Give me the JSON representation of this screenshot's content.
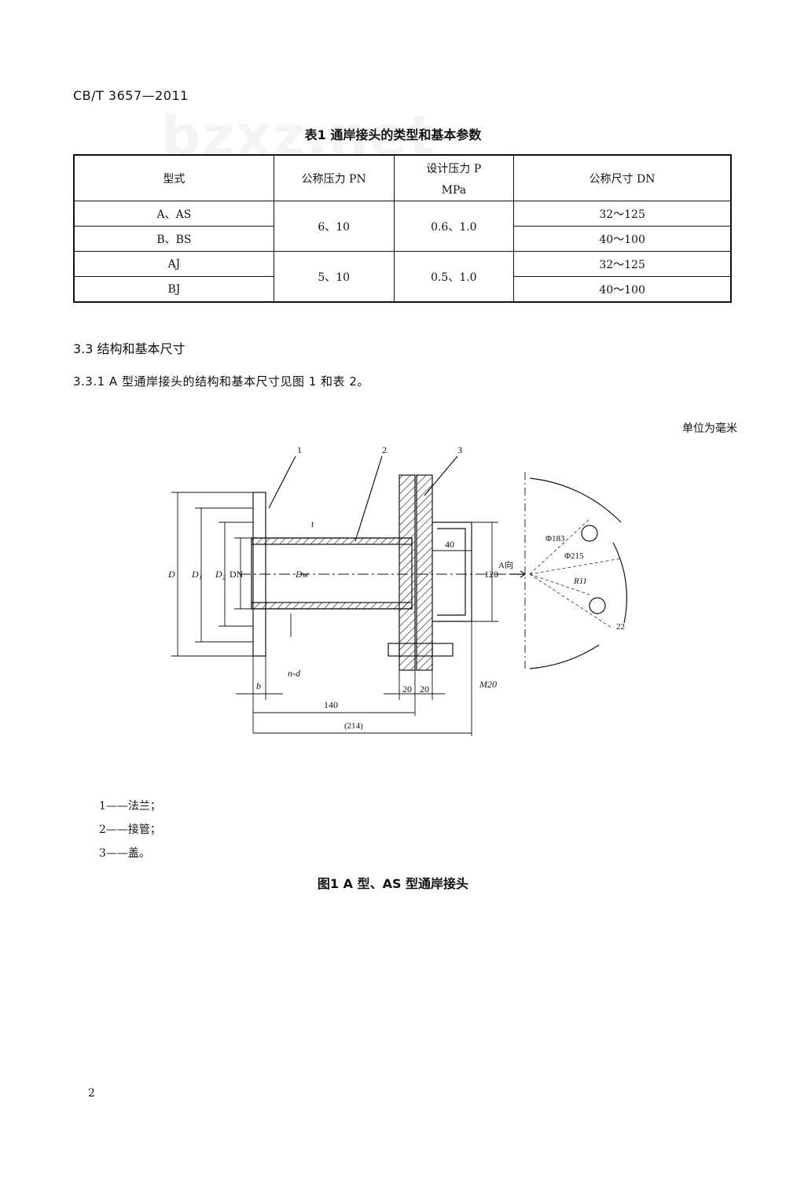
{
  "header": {
    "doc_code": "CB/T 3657—2011"
  },
  "watermark": "bzxz.net",
  "table1": {
    "caption": "表1   通岸接头的类型和基本参数",
    "headers": {
      "type": "型式",
      "pn": "公称压力  PN",
      "p_line1": "设计压力  P",
      "p_line2": "MPa",
      "dn": "公称尺寸  DN"
    },
    "rows": [
      {
        "type": "A、AS",
        "pn": "6、10",
        "p": "0.6、1.0",
        "dn": "32～125"
      },
      {
        "type": "B、BS",
        "dn": "40～100"
      },
      {
        "type": "AJ",
        "pn": "5、10",
        "p": "0.5、1.0",
        "dn": "32～125"
      },
      {
        "type": "BJ",
        "dn": "40～100"
      }
    ]
  },
  "section": {
    "heading": "3.3   结构和基本尺寸",
    "para": "3.3.1   A 型通岸接头的结构和基本尺寸见图 1 和表 2。"
  },
  "figure1": {
    "unit_note": "单位为毫米",
    "labels": {
      "part1": "1",
      "part2": "2",
      "part3": "3",
      "D": "D",
      "D1": "D₁",
      "D2": "D₂",
      "DN": "DN",
      "Dw": "Dw",
      "t": "t",
      "b": "b",
      "nd": "n-d",
      "M20": "M20",
      "dim140": "140",
      "dim214": "(214)",
      "dim20a": "20",
      "dim20b": "20",
      "dim40": "40",
      "dim120": "120",
      "a_view": "A向",
      "phi183": "Φ183",
      "phi215": "Φ215",
      "r11": "R11",
      "dim22": "22"
    },
    "legend": [
      "1——法兰；",
      "2——接管；",
      "3——盖。"
    ],
    "caption": "图1   A 型、AS 型通岸接头"
  },
  "page_number": "2"
}
